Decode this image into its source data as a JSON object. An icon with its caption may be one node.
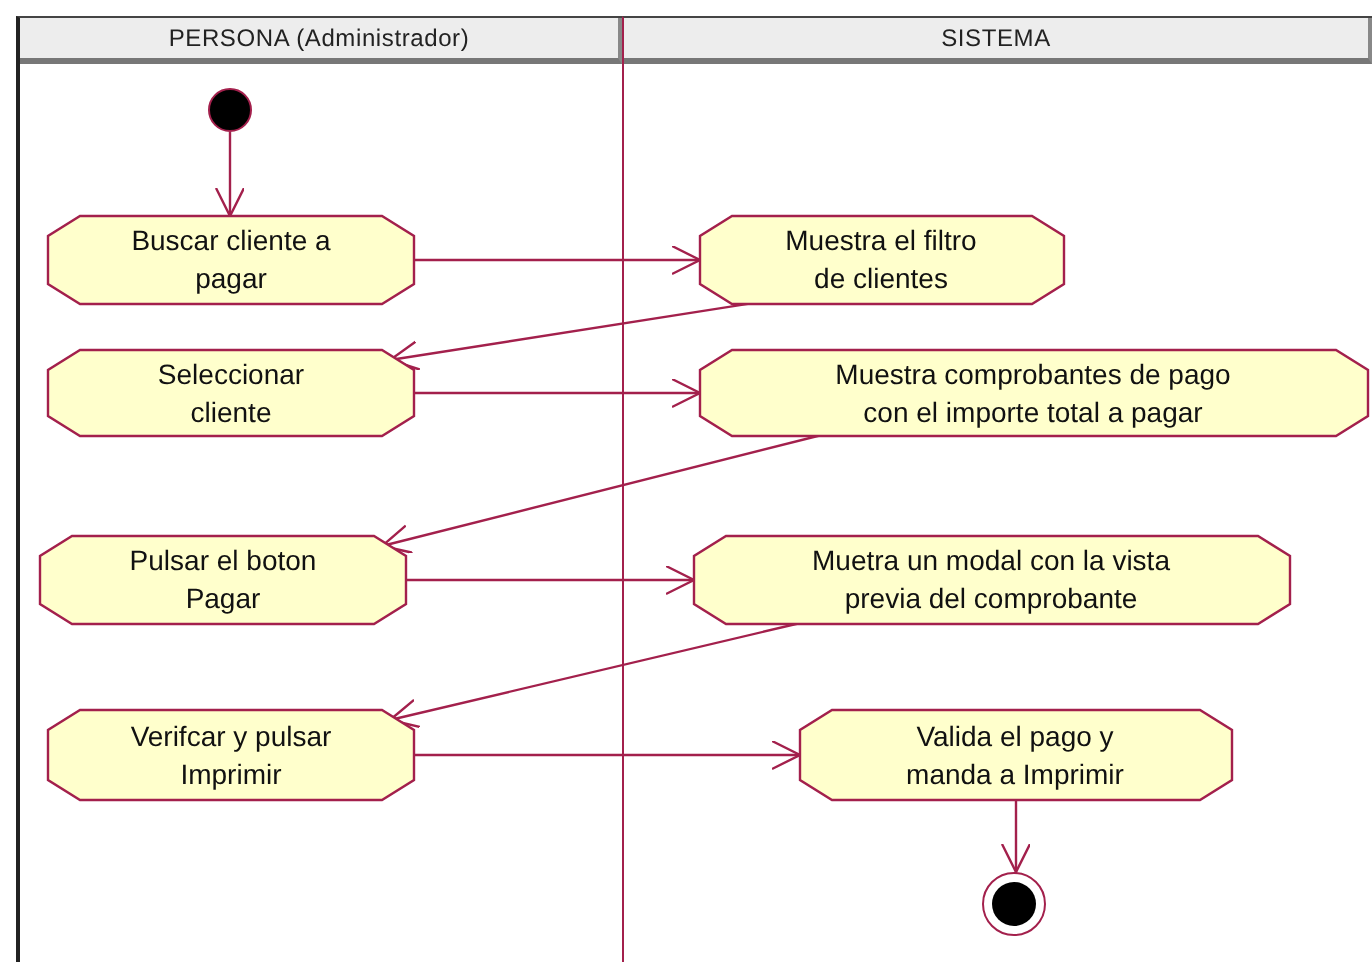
{
  "diagram": {
    "nodes": [
      {
        "text": [
          "PERSONA (Administrador)"
        ]
      },
      {
        "text": [
          "SISTEMA"
        ]
      },
      {
        "text": [],
        "shape": "circle",
        "in": 0
      },
      {
        "text": [
          "Buscar cliente a pagar"
        ],
        "in": 0
      },
      {
        "text": [
          "Muestra el filtro de clientes"
        ],
        "in": 1
      },
      {
        "text": [
          "Seleccionar cliente"
        ],
        "in": 0
      },
      {
        "text": [
          "Muestra comprobantes de pago con el importe total a pagar"
        ],
        "in": 1
      },
      {
        "text": [
          "Pulsar el boton Pagar"
        ],
        "in": 0
      },
      {
        "text": [
          "Muetra un modal con la vista previa del comprobante"
        ],
        "in": 1
      },
      {
        "text": [
          "Verifcar y pulsar Imprimir"
        ],
        "in": 0
      },
      {
        "text": [
          "Valida el pago y manda a Imprimir"
        ],
        "in": 1
      },
      {
        "text": [],
        "shape": "circle",
        "in": 1
      }
    ],
    "edges": [
      {
        "from": 2,
        "to": 3,
        "arrow": "to"
      },
      {
        "from": 3,
        "to": 4,
        "arrow": "to"
      },
      {
        "from": 4,
        "to": 5,
        "arrow": "to"
      },
      {
        "from": 5,
        "to": 6,
        "arrow": "to"
      },
      {
        "from": 6,
        "to": 7,
        "arrow": "to"
      },
      {
        "from": 7,
        "to": 8,
        "arrow": "to"
      },
      {
        "from": 8,
        "to": 9,
        "arrow": "to"
      },
      {
        "from": 9,
        "to": 10,
        "arrow": "to"
      },
      {
        "from": 10,
        "to": 11,
        "arrow": "to"
      }
    ]
  }
}
